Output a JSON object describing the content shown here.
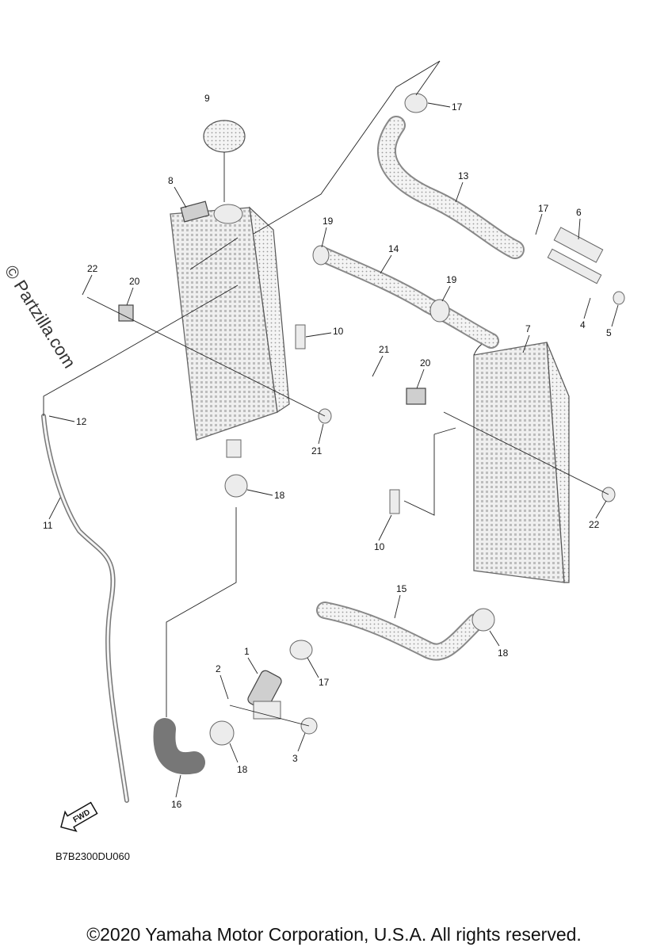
{
  "watermark": "© Partzilla.com",
  "diagram_code": "B7B2300DU060",
  "fwd_label": "FWD",
  "copyright": "©2020 Yamaha Motor Corporation, U.S.A. All rights reserved.",
  "callouts": [
    "9",
    "17",
    "8",
    "13",
    "17",
    "6",
    "19",
    "14",
    "22",
    "20",
    "19",
    "4",
    "5",
    "10",
    "7",
    "21",
    "20",
    "12",
    "21",
    "11",
    "18",
    "22",
    "10",
    "15",
    "1",
    "18",
    "2",
    "17",
    "3",
    "18",
    "16"
  ]
}
